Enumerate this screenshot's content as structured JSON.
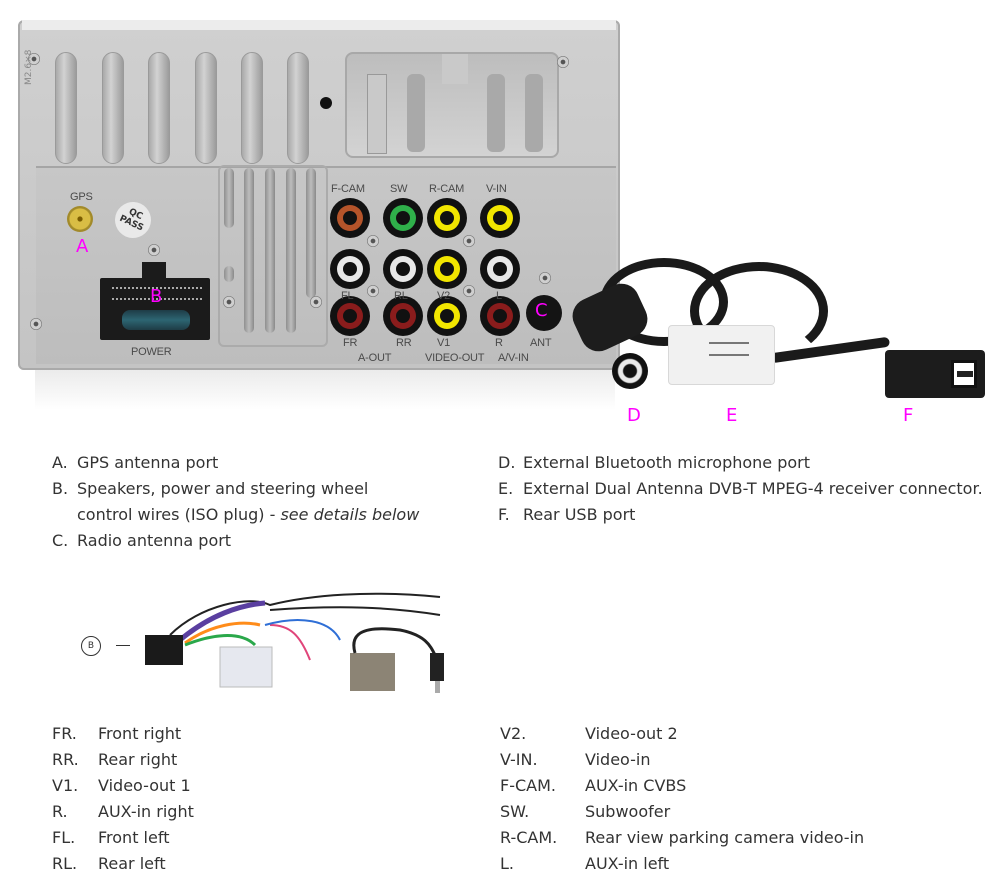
{
  "device": {
    "side_marking": "M2.6×8",
    "gps_label": "GPS",
    "qc_sticker": [
      "QC",
      "PASS"
    ],
    "power_label": "POWER",
    "rca_columns": [
      {
        "top": "F-CAM",
        "mid": "FL",
        "bottom": "FR",
        "colors": [
          "#b5542a",
          "#e8e8e8",
          "#8a1c1c"
        ]
      },
      {
        "top": "SW",
        "mid": "RL",
        "bottom": "RR",
        "colors": [
          "#2fb04a",
          "#e8e8e8",
          "#8a1c1c"
        ]
      },
      {
        "top": "R-CAM",
        "mid": "V2",
        "bottom": "V1",
        "colors": [
          "#f2e600",
          "#f2e600",
          "#f2e600"
        ]
      },
      {
        "top": "V-IN",
        "mid": "L",
        "bottom": "R",
        "colors": [
          "#f2e600",
          "#e8e8e8",
          "#8a1c1c"
        ]
      }
    ],
    "group_labels": {
      "a_out": "A-OUT",
      "video_out": "VIDEO-OUT",
      "av_in": "A/V-IN"
    },
    "ant_label": "ANT",
    "callouts": {
      "A": "A",
      "B": "B",
      "C": "C",
      "D": "D",
      "E": "E",
      "F": "F"
    },
    "callout_color": "#ff00ff"
  },
  "legend_left": [
    {
      "key": "A.",
      "text": "GPS antenna port"
    },
    {
      "key": "B.",
      "text": "Speakers, power and steering wheel",
      "text2": "control wires (ISO plug) - ",
      "italic": "see details below"
    },
    {
      "key": "C.",
      "text": "Radio antenna port"
    }
  ],
  "legend_right": [
    {
      "key": "D.",
      "text": "External Bluetooth microphone port"
    },
    {
      "key": "E.",
      "text": "External Dual Antenna DVB-T MPEG-4 receiver connector."
    },
    {
      "key": "F.",
      "text": "Rear USB port"
    }
  ],
  "harness": {
    "badge": "B"
  },
  "abbreviations_left": [
    {
      "key": "FR.",
      "text": "Front right"
    },
    {
      "key": "RR.",
      "text": "Rear right"
    },
    {
      "key": "V1.",
      "text": "Video-out 1"
    },
    {
      "key": "R.",
      "text": "AUX-in right"
    },
    {
      "key": "FL.",
      "text": "Front left"
    },
    {
      "key": "RL.",
      "text": "Rear left"
    }
  ],
  "abbreviations_right": [
    {
      "key": "V2.",
      "text": "Video-out 2"
    },
    {
      "key": "V-IN.",
      "text": "Video-in"
    },
    {
      "key": "F-CAM.",
      "text": "AUX-in CVBS"
    },
    {
      "key": "SW.",
      "text": "Subwoofer"
    },
    {
      "key": "R-CAM.",
      "text": "Rear view parking camera video-in"
    },
    {
      "key": "L.",
      "text": "AUX-in left"
    }
  ]
}
